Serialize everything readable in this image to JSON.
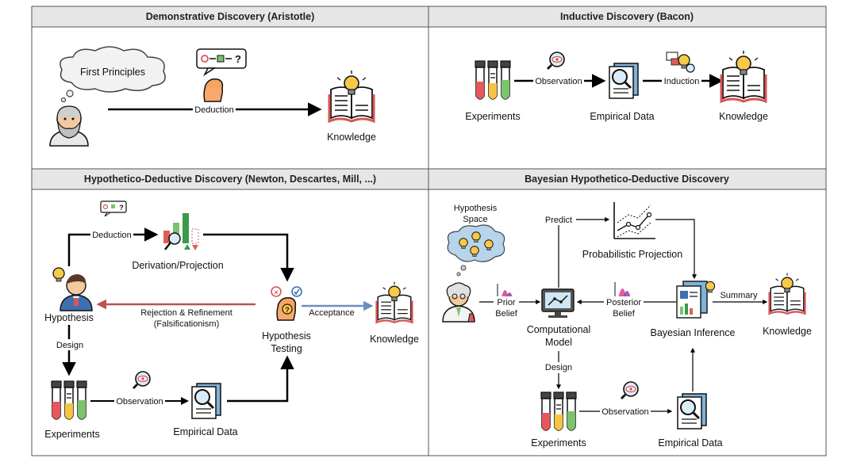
{
  "panels": {
    "demonstrative": {
      "title": "Demonstrative Discovery (Aristotle)",
      "cloud_label": "First Principles",
      "edge_label": "Deduction",
      "knowledge_label": "Knowledge"
    },
    "inductive": {
      "title": "Inductive Discovery (Bacon)",
      "experiments_label": "Experiments",
      "observation_label": "Observation",
      "empirical_label": "Empirical Data",
      "induction_label": "Induction",
      "knowledge_label": "Knowledge"
    },
    "hypothetico": {
      "title": "Hypothetico-Deductive Discovery (Newton, Descartes, Mill, ...)",
      "deduction_label": "Deduction",
      "derivation_label": "Derivation/Projection",
      "hypothesis_label": "Hypothesis",
      "rejection_label": "Rejection & Refinement",
      "falsification_label": "(Falsificationism)",
      "testing_label_1": "Hypothesis",
      "testing_label_2": "Testing",
      "acceptance_label": "Acceptance",
      "knowledge_label": "Knowledge",
      "design_label": "Design",
      "experiments_label": "Experiments",
      "observation_label": "Observation",
      "empirical_label": "Empirical Data"
    },
    "bayesian": {
      "title": "Bayesian Hypothetico-Deductive Discovery",
      "space_label_1": "Hypothesis",
      "space_label_2": "Space",
      "predict_label": "Predict",
      "projection_label": "Probabilistic Projection",
      "prior_label_1": "Prior",
      "prior_label_2": "Belief",
      "posterior_label_1": "Posterior",
      "posterior_label_2": "Belief",
      "model_label_1": "Computational",
      "model_label_2": "Model",
      "inference_label": "Bayesian Inference",
      "summary_label": "Summary",
      "knowledge_label": "Knowledge",
      "design_label": "Design",
      "experiments_label": "Experiments",
      "observation_label": "Observation",
      "empirical_label": "Empirical Data"
    }
  },
  "colors": {
    "header_bg": "#e6e6e6",
    "border": "#555555",
    "rejection_arrow": "#b85450",
    "acceptance_arrow": "#6c8ebf",
    "tube_red": "#e8575c",
    "tube_yellow": "#f6c343",
    "tube_green": "#7cc36e",
    "bulb_yellow": "#f7c948",
    "book_red": "#d95555",
    "skin": "#f3c9a0"
  }
}
